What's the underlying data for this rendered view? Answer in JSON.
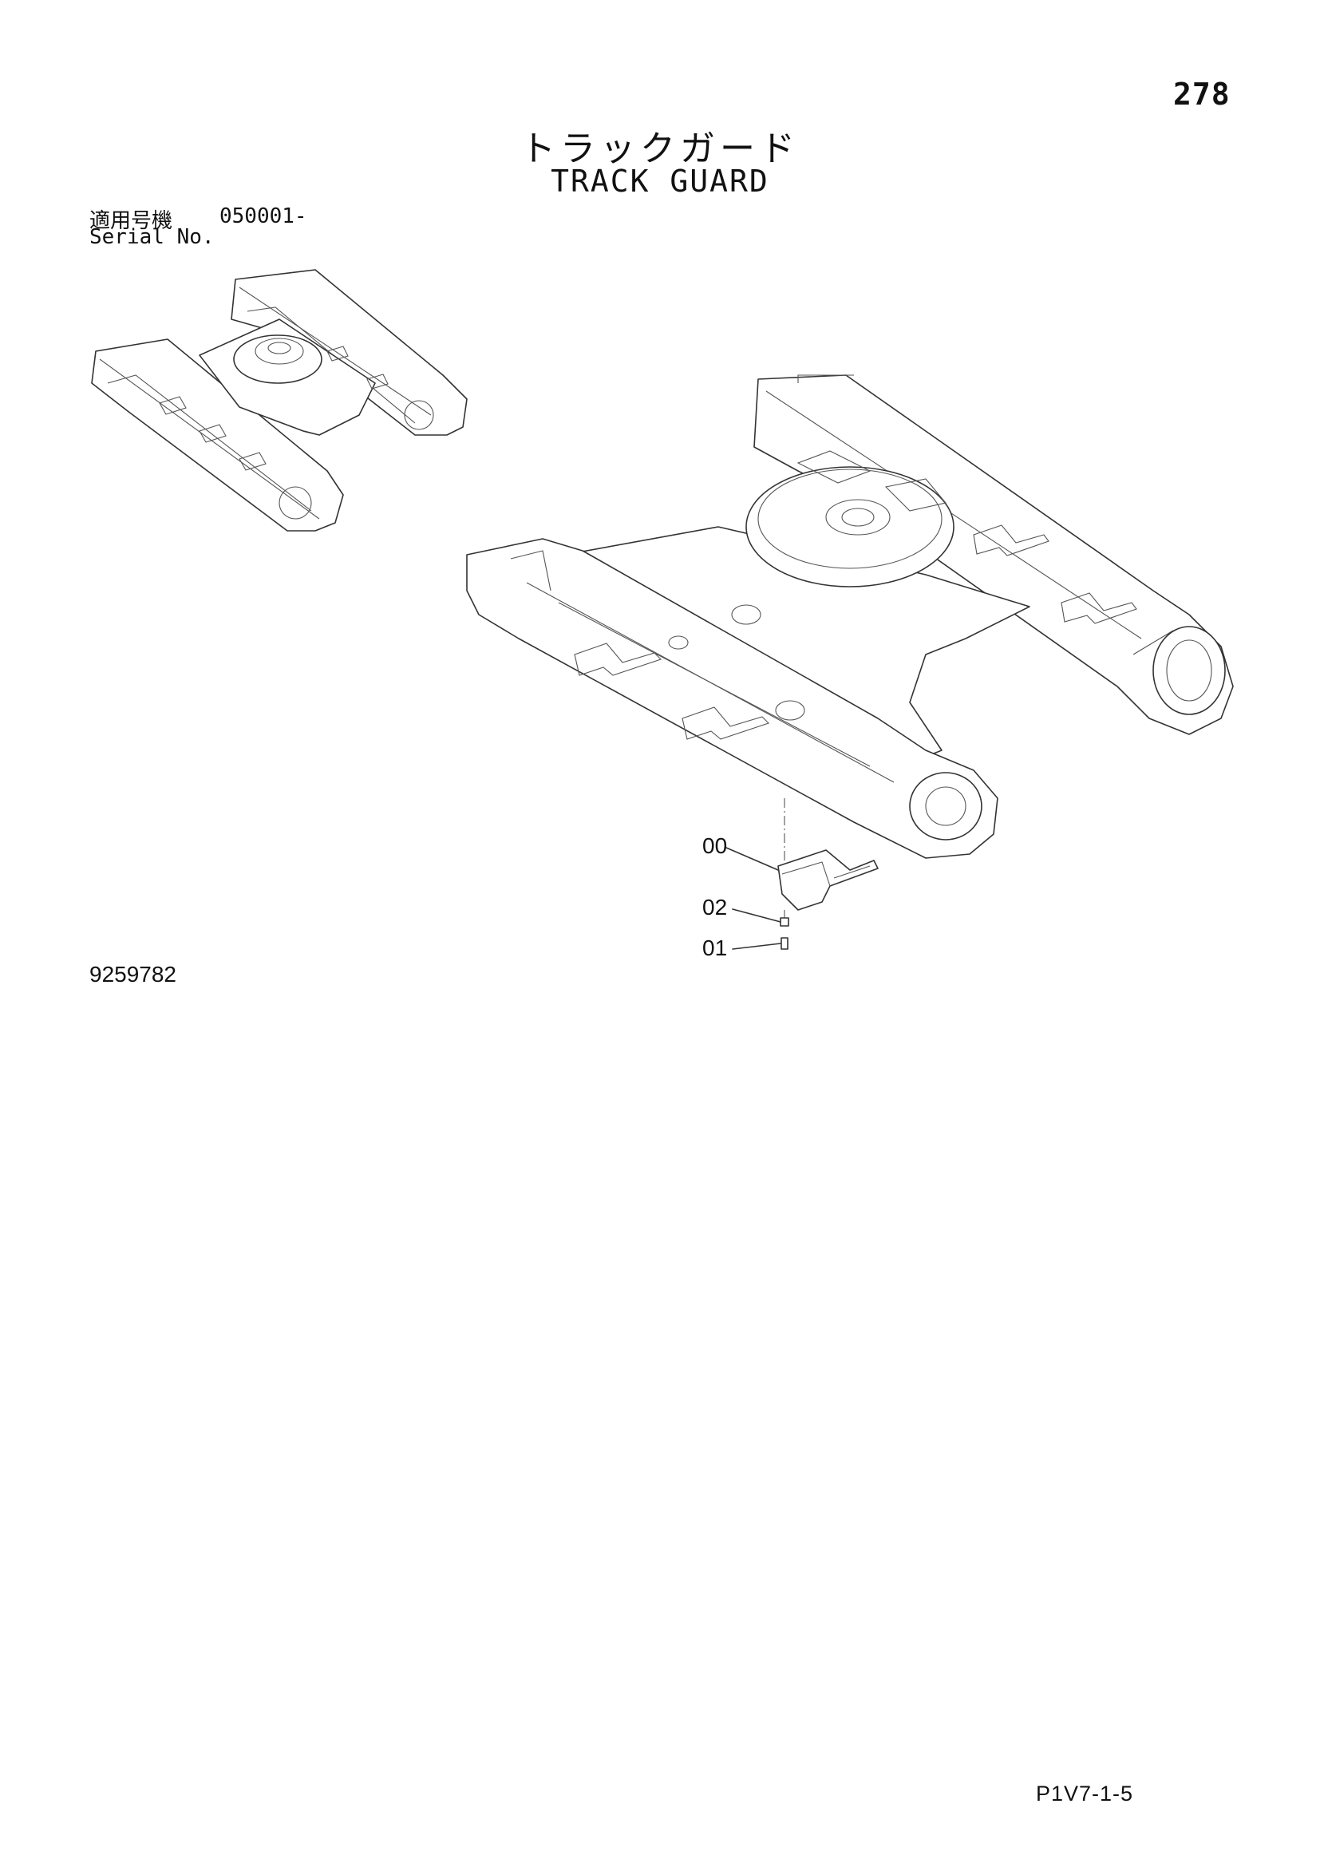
{
  "page": {
    "number": "278",
    "title_jp": "トラックガード",
    "title_en": "TRACK GUARD",
    "serial_label_jp": "適用号機",
    "serial_value": "050001-",
    "serial_label_en": "Serial No.",
    "drawing_number": "9259782",
    "footer_code": "P1V7-1-5"
  },
  "callouts": [
    {
      "label": "00",
      "part": "track-guard"
    },
    {
      "label": "02",
      "part": "washer"
    },
    {
      "label": "01",
      "part": "bolt"
    }
  ]
}
